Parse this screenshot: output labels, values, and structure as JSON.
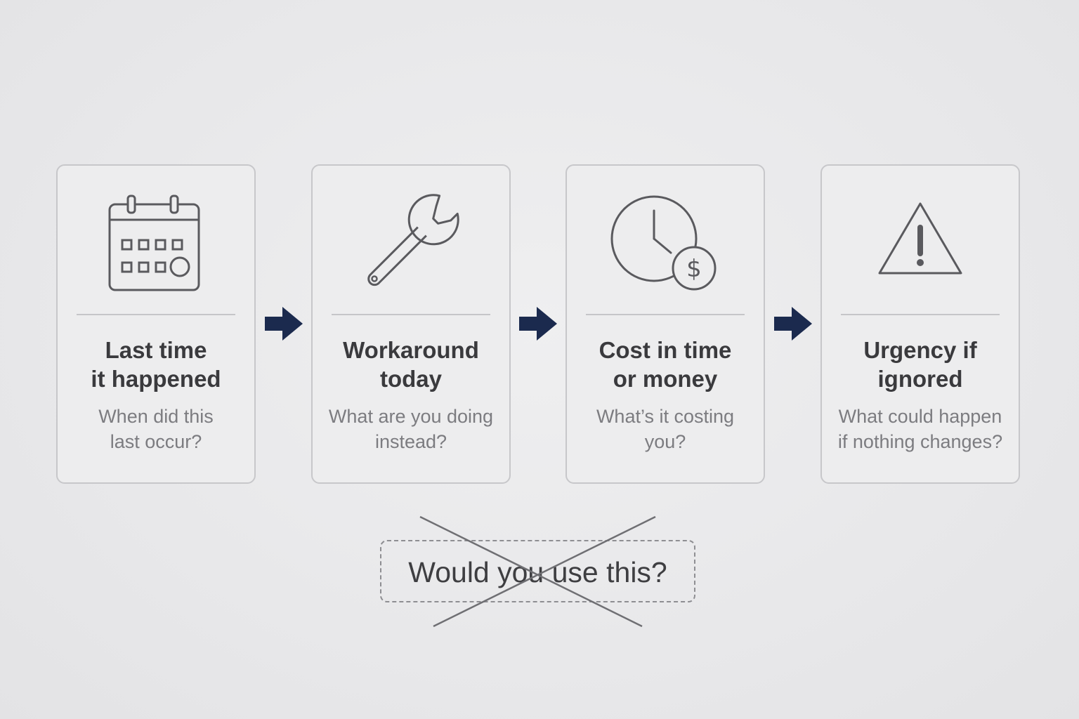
{
  "steps": [
    {
      "icon": "calendar-icon",
      "title": "Last time\nit happened",
      "question": "When did this\nlast occur?"
    },
    {
      "icon": "wrench-icon",
      "title": "Workaround\ntoday",
      "question": "What are you doing\ninstead?"
    },
    {
      "icon": "clock-dollar-icon",
      "title": "Cost in time\nor money",
      "question": "What’s it costing\nyou?"
    },
    {
      "icon": "warning-icon",
      "title": "Urgency if\nignored",
      "question": "What could happen\nif nothing changes?"
    }
  ],
  "rejected_question": "Would you use this?",
  "colors": {
    "background": "#e8e8ea",
    "card_border": "#c7c7ca",
    "icon_stroke": "#5a5a5e",
    "arrow": "#1b2a4e",
    "title_text": "#3a3a3d",
    "question_text": "#7c7c80",
    "cross_line": "#6f6f73"
  }
}
